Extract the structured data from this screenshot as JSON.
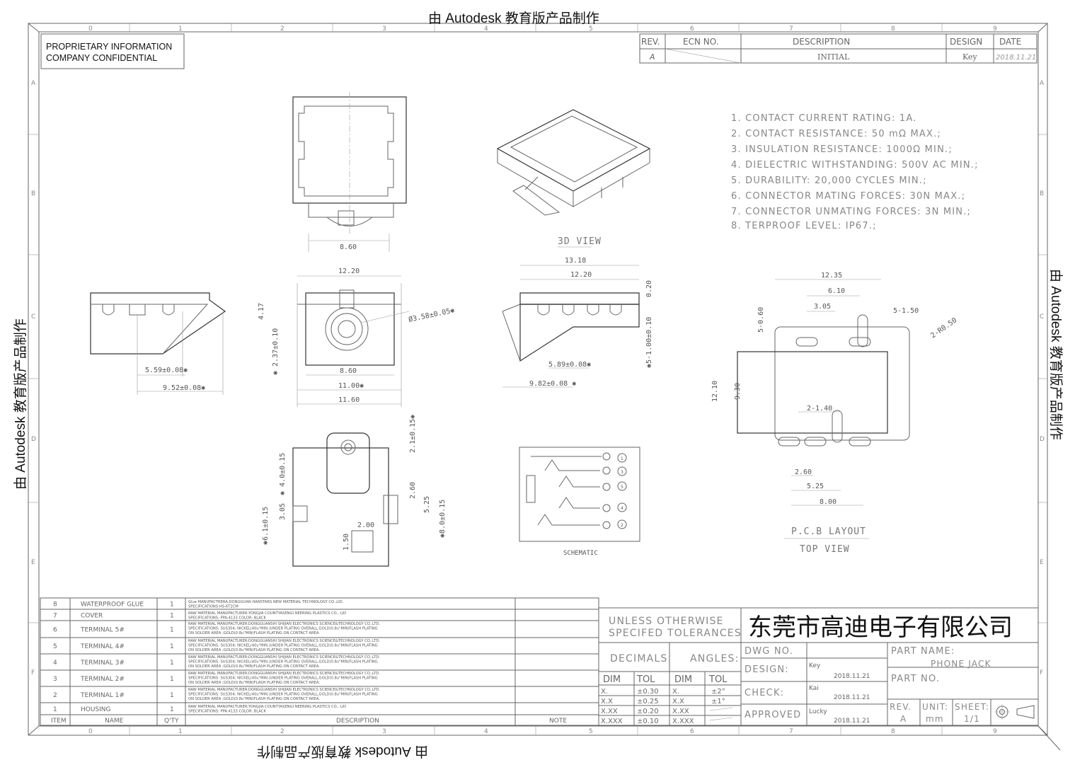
{
  "watermark": "由 Autodesk 教育版产品制作",
  "proprietary": [
    "PROPRIETARY INFORMATION",
    "COMPANY CONFIDENTIAL"
  ],
  "grid_cols": [
    "0",
    "1",
    "2",
    "3",
    "4",
    "5",
    "6",
    "7",
    "8",
    "9"
  ],
  "grid_rows": [
    "A",
    "B",
    "C",
    "D",
    "E",
    "F"
  ],
  "revision": {
    "headers": [
      "REV.",
      "ECN NO.",
      "DESCRIPTION",
      "DESIGN",
      "DATE"
    ],
    "row": [
      "A",
      "",
      "INITIAL",
      "Key",
      "2018.11.21"
    ]
  },
  "notes": [
    "1. CONTACT CURRENT RATING: 1A.",
    "2. CONTACT RESISTANCE: 50 mΩ MAX.;",
    "3. INSULATION RESISTANCE: 1000Ω MIN.;",
    "4. DIELECTRIC WITHSTANDING: 500V AC MIN.;",
    "5. DURABILITY: 20,000 CYCLES MIN.;",
    "6. CONNECTOR MATING FORCES: 30N   MAX.;",
    "7. CONNECTOR UNMATING FORCES: 3N MIN.;",
    "8. TERPROOF LEVEL: IP67.;"
  ],
  "views": {
    "view3d": "3D VIEW",
    "schematic": "SCHEMATIC",
    "pcb": "P.C.B LAYOUT",
    "top": "TOP VIEW"
  },
  "dims": {
    "top_860": "8.60",
    "w1220": "12.20",
    "h417": "4.17",
    "d358": "Ø3.58±0.05✱",
    "h237": "✱ 2.37±0.10",
    "w860b": "8.60",
    "w1100": "11.00✱",
    "w1160": "11.60",
    "l559": "5.59±0.08✱",
    "l952": "9.52±0.08✱",
    "r1318": "13.18",
    "r1220": "12.20",
    "r020": "0.20",
    "r510": "✱5-1.00±0.10",
    "r589": "5.89±0.08✱",
    "r982": "9.82±0.08 ✱",
    "p1235": "12.35",
    "p610": "6.10",
    "p305": "3.05",
    "p5150": "5-1.50",
    "p5060": "5-0.60",
    "p2r050": "2-R0.50",
    "p1210": "12.10",
    "p930": "9.30",
    "p2140": "2-1.40",
    "p260": "2.60",
    "p525": "5.25",
    "p800": "8.00",
    "b210": "2.1±0.15✱",
    "b260": "2.60",
    "b525": "5.25",
    "b80": "✱8.0±0.15",
    "b40": "✱ 4.0±0.15",
    "b305": "3.05",
    "b61": "✱6.1±0.15",
    "b200": "2.00",
    "b150": "1.50"
  },
  "pins": [
    "1",
    "3",
    "5",
    "4",
    "2"
  ],
  "bom": {
    "headers": [
      "ITEM",
      "NAME",
      "Q'TY",
      "DESCRIPTION",
      "NOTE"
    ],
    "rows": [
      {
        "item": "8",
        "name": "WATERPROOF GLUE",
        "qty": "1",
        "desc": [
          "Glue MANUFACTRERA:DONGGUAN HANSTARS NEW MATERIAL TECHNOLOGY CO.,LID.",
          "SPECIFICATIONS:HS-6T2CM"
        ]
      },
      {
        "item": "7",
        "name": "COVER",
        "qty": "1",
        "desc": [
          "RAW MATERIAL MANUFACTURER:YONGJIA COUNTYASENGI NEERING PLASTICS CO,. LID",
          "SPECIFICATIONS: PPA:4133 COLOR: BLACK"
        ]
      },
      {
        "item": "6",
        "name": "TERMINAL 5#",
        "qty": "1",
        "desc": [
          "RAW MATERIAL MANUFACTURER:DONGGUANSHI SHIJIAN ELECTRONICS SCIENCE&TECHNOLOGY CO.,LTD.",
          "SPECIFICATIONS: SUS304; NICKEL(40u\"MIN.)UNDER PLATING OVERALL,GOLD(0.8u\"MIN)FLASH PLATING",
          "ON SOLDER AREA ;GOLD(0.8u\"MIN)FLASH PLATING ON CONTACT AREA."
        ]
      },
      {
        "item": "5",
        "name": "TERMINAL 4#",
        "qty": "1",
        "desc": [
          "RAW MATERIAL MANUFACTURER:DONGGUANSHI SHIJIAN ELECTRONICS SCIENCE&TECHNOLOGY CO.,LTD.",
          "SPECIFICATIONS: SUS304; NICKEL(40u\"MIN.)UNDER PLATING OVERALL,GOLD(0.8u\"MIN)FLASH PLATING",
          "ON SOLDER AREA ;GOLD(0.8u\"MIN)FLASH PLATING ON CONTACT AREA."
        ]
      },
      {
        "item": "4",
        "name": "TERMINAL 3#",
        "qty": "1",
        "desc": [
          "RAW MATERIAL MANUFACTURER:DONGGUANSHI SHIJIAN ELECTRONICS SCIENCE&TECHNOLOGY CO.,LTD.",
          "SPECIFICATIONS: SUS304; NICKEL(40u\"MIN.)UNDER PLATING OVERALL,GOLD(0.8u\"MIN)FLASH PLATING",
          "ON SOLDER AREA ;GOLD(0.8u\"MIN)FLASH PLATING ON CONTACT AREA."
        ]
      },
      {
        "item": "3",
        "name": "TERMINAL 2#",
        "qty": "1",
        "desc": [
          "RAW MATERIAL MANUFACTURER:DONGGUANSHI SHIJIAN ELECTRONICS SCIENCE&TECHNOLOGY CO.,LTD.",
          "SPECIFICATIONS: SUS304; NICKEL(40u\"MIN.)UNDER PLATING OVERALL,GOLD(0.8u\"MIN)FLASH PLATING",
          "ON SOLDER AREA ;GOLD(0.8u\"MIN)FLASH PLATING ON CONTACT AREA."
        ]
      },
      {
        "item": "2",
        "name": "TERMINAL 1#",
        "qty": "1",
        "desc": [
          "RAW MATERIAL MANUFACTURER:DONGGUANSHI SHIJIAN ELECTRONICS SCIENCE&TECHNOLOGY CO.,LTD.",
          "SPECIFICATIONS: SUS304; NICKEL(40u\"MIN.)UNDER PLATING OVERALL,GOLD(0.8u\"MIN)FLASH PLATING",
          "ON SOLDER AREA ;GOLD(0.8u\"MIN)FLASH PLATING ON CONTACT AREA."
        ]
      },
      {
        "item": "1",
        "name": "HOUSING",
        "qty": "1",
        "desc": [
          "RAW MATERIAL MANUFACTURER:YONGJIA COUNTYASENGI NEERING PLASTICS CO,. LID",
          "SPECIFICATIONS: PPA:4133   COLOR: BLACK"
        ]
      }
    ]
  },
  "titleblock": {
    "unless": [
      "UNLESS OTHERWISE",
      "SPECIFED TOLERANCES"
    ],
    "company": "东莞市高迪电子有限公司",
    "decimals": "DECIMALS:",
    "angles": "ANGLES:",
    "tol_headers": [
      "DIM",
      "TOL",
      "DIM",
      "TOL"
    ],
    "tol_rows": [
      [
        "X.",
        "±0.30",
        "X.",
        "±2°"
      ],
      [
        "X.X",
        "±0.25",
        "X.X",
        "±1°"
      ],
      [
        "X.XX",
        "±0.20",
        "X.XX",
        ""
      ],
      [
        "X.XXX",
        "±0.10",
        "X.XXX",
        ""
      ]
    ],
    "dwg_no": "DWG NO.",
    "design": "DESIGN:",
    "design_name": "Key",
    "design_date": "2018.11.21",
    "check": "CHECK:",
    "check_name": "Kai",
    "check_date": "2018.11.21",
    "approved": "APPROVED",
    "approved_name": "Lucky",
    "approved_date": "2018.11.21",
    "part_name_label": "PART NAME:",
    "part_name": "PHONE JACK",
    "part_no_label": "PART NO.",
    "rev_label": "REV.",
    "rev": "A",
    "unit_label": "UNIT:",
    "unit": "mm",
    "sheet_label": "SHEET:",
    "sheet": "1/1"
  }
}
